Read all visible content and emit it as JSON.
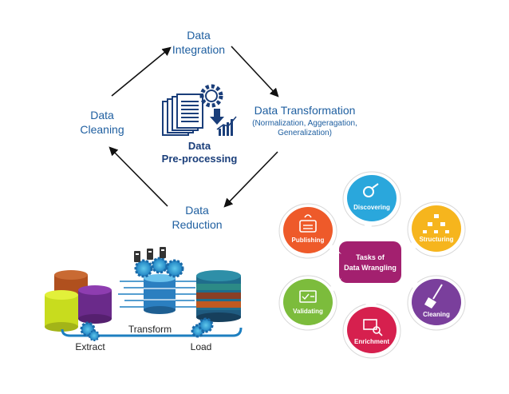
{
  "cycle": {
    "center_line1": "Data",
    "center_line2": "Pre-processing",
    "integration_line1": "Data",
    "integration_line2": "Integration",
    "transformation_title": "Data Transformation",
    "transformation_sub1": "(Normalization, Aggeragation,",
    "transformation_sub2": "Generalization)",
    "reduction_line1": "Data",
    "reduction_line2": "Reduction",
    "cleaning_line1": "Data",
    "cleaning_line2": "Cleaning"
  },
  "etl": {
    "extract": "Extract",
    "transform": "Transform",
    "load": "Load"
  },
  "wrangling": {
    "center_line1": "Tasks of",
    "center_line2": "Data Wrangling",
    "tasks": [
      {
        "label": "Discovering",
        "color": "#2aa7dc"
      },
      {
        "label": "Structuring",
        "color": "#f6b51d"
      },
      {
        "label": "Cleaning",
        "color": "#7a3f9c"
      },
      {
        "label": "Enrichment",
        "color": "#d6204e"
      },
      {
        "label": "Validating",
        "color": "#7cbc3c"
      },
      {
        "label": "Publishing",
        "color": "#ee5a2a"
      }
    ],
    "center_color": "#a3206f"
  },
  "colors": {
    "text_blue": "#1f5fa0",
    "arrow": "#111111"
  }
}
